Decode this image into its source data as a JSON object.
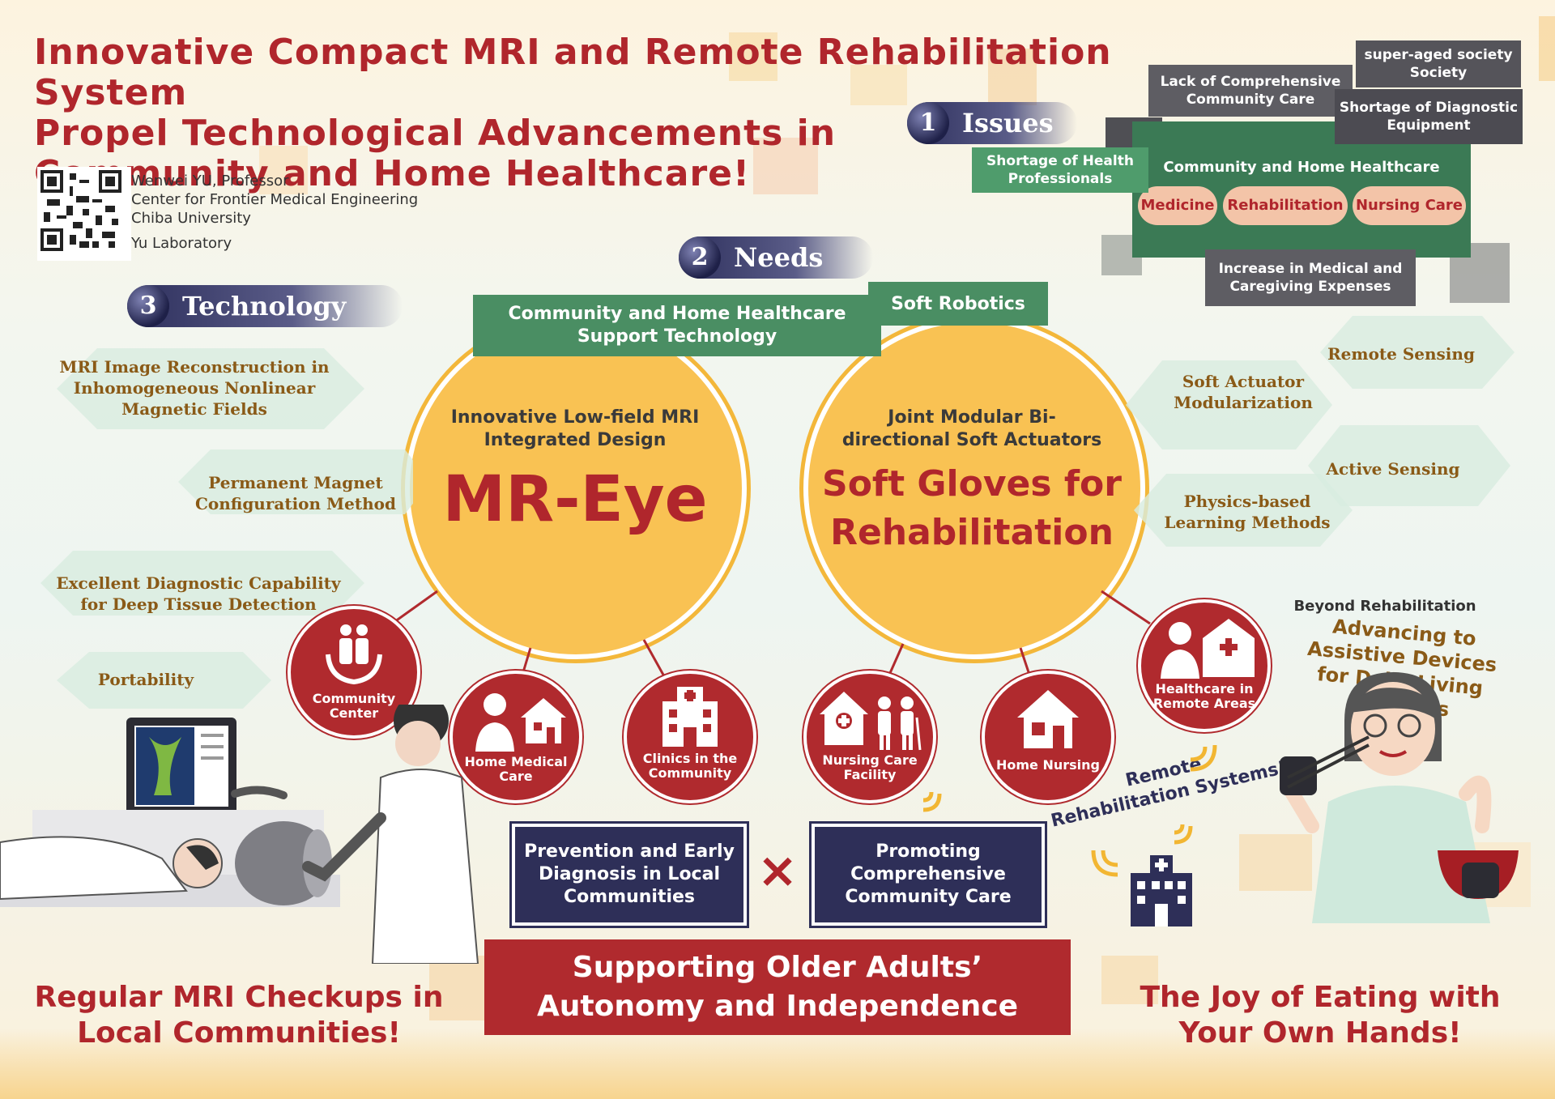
{
  "title": {
    "line1": "Innovative Compact MRI and Remote Rehabilitation System",
    "line2": "Propel Technological Advancements in",
    "line3": "Community and Home Healthcare!"
  },
  "author": {
    "name": "Wenwei YU, Professor",
    "center": "Center for Frontier Medical Engineering",
    "university": "Chiba University",
    "lab": "Yu Laboratory"
  },
  "sections": {
    "issues": {
      "num": "1",
      "label": "Issues"
    },
    "needs": {
      "num": "2",
      "label": "Needs"
    },
    "technology": {
      "num": "3",
      "label": "Technology"
    }
  },
  "issues": {
    "super_aged": "super-aged society Society",
    "lack_community": "Lack of Comprehensive Community Care",
    "shortage_diag": "Shortage of Diagnostic Equipment",
    "shortage_health": "Shortage of Health Professionals",
    "cahh": "Community and Home Healthcare",
    "medicine": "Medicine",
    "rehabilitation": "Rehabilitation",
    "nursing": "Nursing Care",
    "expenses": "Increase in Medical and Caregiving Expenses"
  },
  "needs": {
    "support_tech": "Community and Home Healthcare Support Technology",
    "soft_robotics": "Soft Robotics"
  },
  "mr_eye": {
    "subtitle": "Innovative Low-field MRI Integrated Design",
    "name": "MR-Eye"
  },
  "gloves": {
    "subtitle": "Joint Modular Bi-directional Soft Actuators",
    "name": "Soft Gloves for Rehabilitation"
  },
  "tech_left": [
    "MRI Image Reconstruction in Inhomogeneous Nonlinear Magnetic Fields",
    "Permanent Magnet Configuration Method",
    "Excellent Diagnostic Capability for Deep Tissue Detection",
    "Portability"
  ],
  "tech_right": {
    "remote_sensing": "Remote Sensing",
    "soft_actuator": "Soft Actuator Modularization",
    "active_sensing": "Active Sensing",
    "physics": "Physics-based Learning Methods"
  },
  "places": {
    "community_center": "Community Center",
    "home_medical": "Home Medical Care",
    "clinics": "Clinics in the Community",
    "nursing_facility": "Nursing Care Facility",
    "home_nursing": "Home Nursing",
    "remote_areas": "Healthcare in Remote Areas"
  },
  "beyond": {
    "label": "Beyond Rehabilitation",
    "advancing1": "Advancing to",
    "advancing2": "Assistive Devices",
    "advancing3": "for Daily Living Activities"
  },
  "remote_rehab": {
    "line1": "Remote",
    "line2": "Rehabilitation Systems!"
  },
  "bottom": {
    "prevention": "Prevention and Early Diagnosis in Local Communities",
    "promoting": "Promoting Comprehensive Community Care",
    "times": "×",
    "supporting": "Supporting Older Adults’ Autonomy and Independence",
    "mri_checkups": "Regular MRI Checkups in Local Communities!",
    "joy": "The Joy of Eating with Your Own Hands!"
  }
}
